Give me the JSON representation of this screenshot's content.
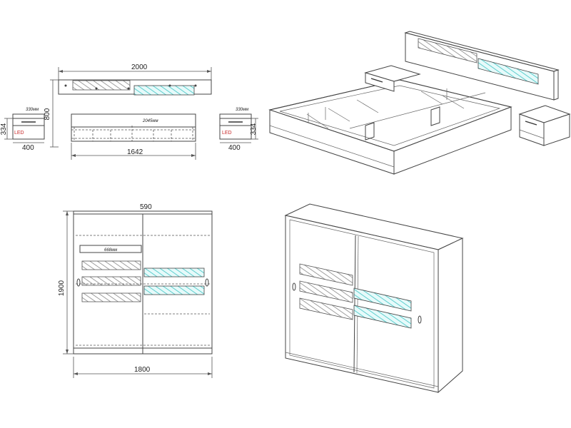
{
  "colors": {
    "line": "#444444",
    "accent_teal": "#5fd3d3",
    "hatch_grey": "#8a8a8a",
    "led_text": "#c62828"
  },
  "bed_front": {
    "width_label": "2000",
    "height_label": "800",
    "inner_width_label": "1642",
    "inner_note": "2045мм"
  },
  "nightstands": {
    "left": {
      "width_label": "400",
      "height_label": "334",
      "depth_note": "330мм",
      "led_label": "LED"
    },
    "right": {
      "width_label": "400",
      "height_label": "334",
      "depth_note": "330мм",
      "led_label": "LED"
    }
  },
  "wardrobe_front": {
    "top_label": "590",
    "height_label": "1900",
    "width_label": "1800",
    "inner_note": "668мм"
  }
}
